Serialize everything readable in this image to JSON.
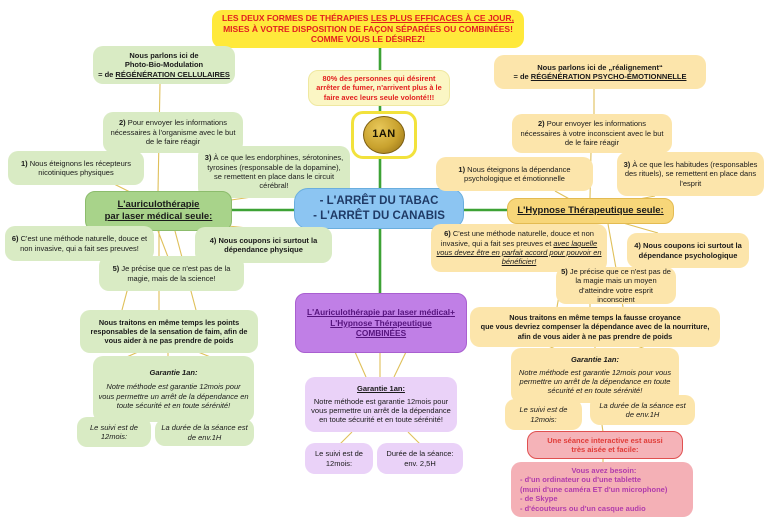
{
  "palette": {
    "banner_bg": "#ffe93b",
    "banner_text": "#e21f1f",
    "left_bg": "#d9ebc4",
    "left_branch_bg": "#a8d38a",
    "right_bg": "#fce5ab",
    "right_branch_bg": "#f7d679",
    "center_bg": "#8cc5f2",
    "center_text": "#1f3a66",
    "combined_bg": "#c07fe6",
    "combined_sub_bg": "#ead2f8",
    "pink_bg": "#f5b3b8",
    "pink_text": "#b13cac",
    "green_line": "#3da235",
    "tan_line": "#dfc05a"
  },
  "banner": {
    "part1": "LES DEUX FORMES DE THÉRAPIES ",
    "underlined": "LES PLUS EFFICACES À CE JOUR,",
    "part2": "\nMISES À VOTRE DISPOSITION DE FAÇON SÉPARÉES OU COMBINÉES!\nCOMME VOUS LE DÉSIREZ!"
  },
  "smoker_note": "80% des personnes qui désirent\narrêter de fumer, n'arrivent plus à le\nfaire avec leurs seule volonté!!!",
  "medal": {
    "label": "1AN"
  },
  "center": {
    "title": "- L'ARRÊT DU TABAC\n- L'ARRÊT DU CANABIS"
  },
  "left": {
    "intro_pre": "Nous parlons ici de\nPhoto-Bio-Modulation\n= de ",
    "intro_u": "RÉGÉNÉRATION CELLULAIRES",
    "label": "L'auriculothérapie\npar laser médical seule:",
    "item1_num": "1)",
    "item1": " Nous éteignons les récepteurs nicotiniques physiques",
    "item2_num": "2)",
    "item2": " Pour envoyer les informations nécessaires à l'organisme avec le but de le faire réagir",
    "item3_num": "3)",
    "item3": " À ce que les endorphines, sérotonines, tyrosines (responsable de la dopamine), se remettent en place dans le circuit cérébral!",
    "item4_num": "4)",
    "item4": " Nous coupons ici surtout la dépendance physique",
    "item5_num": "5)",
    "item5": " Je précise que ce n'est pas de la magie, mais de la science!",
    "item6_num": "6)",
    "item6": " C'est une méthode naturelle, douce et non invasive, qui a fait ses preuves!",
    "weight": "Nous traitons en même temps les points responsables de la sensation de faim, afin de vous aider à ne pas prendre de poids",
    "guarantee_title": "Garantie 1an:",
    "guarantee_body": "Notre méthode est garantie 12mois pour vous permettre un arrêt de la dépendance en toute sécurité et en toute sérénité!",
    "followup": "Le suivi est de 12mois:",
    "duration": "La durée de la séance est de env.1H"
  },
  "right": {
    "intro_pre": "Nous parlons ici de „réalignement“\n= de ",
    "intro_u": "RÉGÉNÉRATION PSYCHO-ÉMOTIONNELLE",
    "label": "L'Hypnose Thérapeutique seule:",
    "item1_num": "1)",
    "item1": " Nous éteignons la dépendance psychologique et émotionnelle",
    "item2_num": "2)",
    "item2": " Pour envoyer les informations nécessaires à votre inconscient avec le but de le faire réagir",
    "item3_num": "3)",
    "item3": " À ce que les habitudes (responsables des rituels), se remettent en place dans l'esprit",
    "item4_num": "4)",
    "item4": " Nous coupons ici surtout la dépendance psychologique",
    "item5_num": "5)",
    "item5": " Je précise que ce n'est pas de la magie mais un moyen d'atteindre votre esprit inconscient",
    "item6_num": "6)",
    "item6": " C'est une méthode naturelle, douce et non invasive, qui a fait ses preuves et ",
    "item6_emph": "avec laquelle vous devez être en parfait accord pour pouvoir en bénéficier!",
    "weight": "Nous traitons en même temps la fausse croyance\nque vous devriez compenser la dépendance avec de la nourriture,\nafin de vous aider à ne pas prendre de poids",
    "guarantee_title": "Garantie 1an:",
    "guarantee_body": "Notre méthode est garantie 12mois pour vous permettre un arrêt de la dépendance en toute sécurité et en toute sérénité!",
    "followup": "Le suivi est de 12mois:",
    "duration": "La durée de la séance est de env.1H",
    "remote_headline": "Une séance interactive est aussi\ntrès aisée et facile:",
    "needs_title": "Vous avez besoin:",
    "needs_body": "- d'un ordinateur ou d'une tablette\n(muni d'une caméra ET d'un microphone)\n- de Skype\n- d'écouteurs ou d'un casque audio"
  },
  "combined": {
    "line1": "L'Auriculothérapie par laser médical",
    "plus": "+",
    "line2": "L'Hypnose Thérapeutique",
    "line3": "COMBINÉES",
    "guarantee_title": "Garantie 1an:",
    "guarantee_body": "Notre méthode est garantie 12mois pour vous permettre un arrêt de la dépendance en toute sécurité et en toute sérénité!",
    "followup": "Le suivi est de\n12mois:",
    "duration": "Durée de la séance:\nenv. 2,5H"
  }
}
